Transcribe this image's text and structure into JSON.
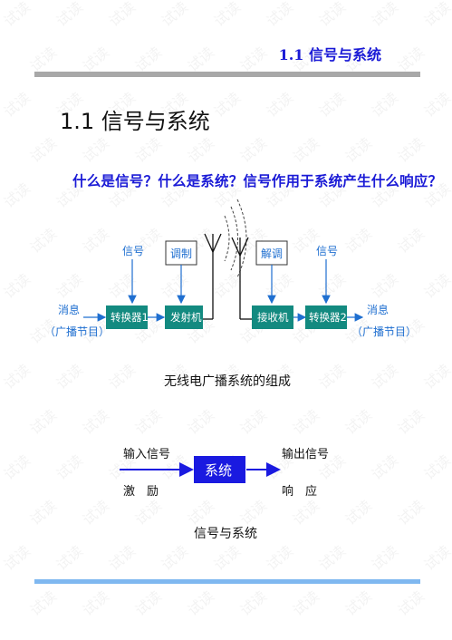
{
  "header": {
    "title": "1.1 信号与系统"
  },
  "slide": {
    "title": "1.1 信号与系统",
    "question": "什么是信号？什么是系统？信号作用于系统产生什么响应？"
  },
  "radio_diagram": {
    "signal_left": "信号",
    "signal_right": "信号",
    "modulation": "调制",
    "demodulation": "解调",
    "message_left": "消息",
    "message_left_sub": "（广播节目）",
    "message_right": "消息",
    "message_right_sub": "（广播节目）",
    "converter1": "转换器1",
    "transmitter": "发射机",
    "receiver": "接收机",
    "converter2": "转换器2",
    "caption": "无线电广播系统的组成"
  },
  "system_diagram": {
    "input_signal": "输入信号",
    "excitation": "激　励",
    "system": "系统",
    "output_signal": "输出信号",
    "response": "响　应",
    "caption": "信号与系统"
  },
  "watermark_text": "试读",
  "colors": {
    "title_blue": "#1a1ad6",
    "label_blue": "#1f6fd0",
    "teal_box": "#138a80",
    "system_box": "#1a1ae0",
    "header_bar": "#a8a8a8",
    "footer_bar": "#7fb8f0"
  }
}
